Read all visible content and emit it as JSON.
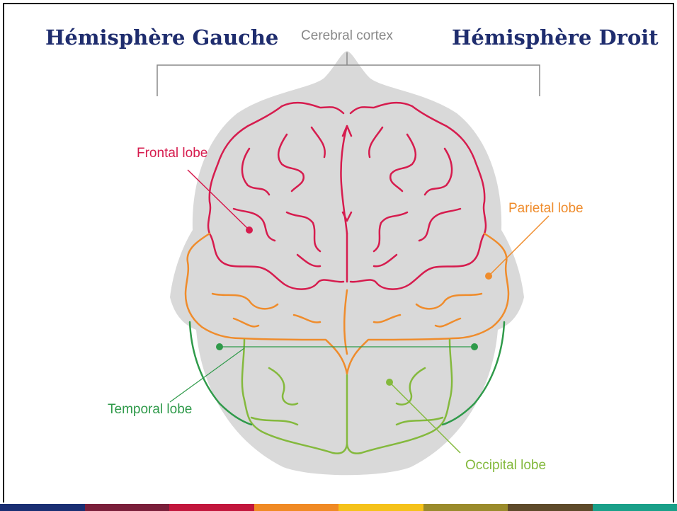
{
  "titles": {
    "left": "Hémisphère Gauche",
    "right": "Hémisphère Droit"
  },
  "labels": {
    "cortex": "Cerebral cortex",
    "frontal": "Frontal lobe",
    "parietal": "Parietal lobe",
    "temporal": "Temporal lobe",
    "occipital": "Occipital lobe"
  },
  "colors": {
    "title": "#1f2d6e",
    "frontal": "#d61c4e",
    "parietal": "#ef8c2c",
    "temporal": "#2f9a4a",
    "occipital": "#84b93d",
    "head": "#d9d9d9",
    "cortex_label": "#888888"
  },
  "bottom_bar_colors": [
    "#1a2f73",
    "#7a1f3a",
    "#c2163c",
    "#f08a24",
    "#f5c21a",
    "#9a8b2b",
    "#5e4a2a",
    "#1aa089"
  ]
}
